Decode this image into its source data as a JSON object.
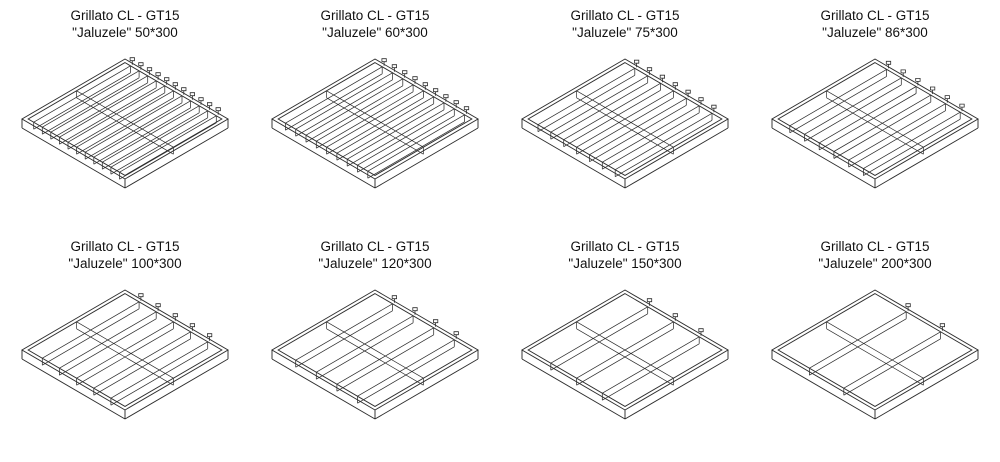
{
  "page": {
    "background": "#ffffff",
    "line_color": "#2e2e2e",
    "description": "Eight isometric technical drawings of Grillato CL - GT15 louvered grid ceiling panels with different cell spacings"
  },
  "panels": [
    {
      "title": "Grillato CL - GT15",
      "subtitle": "\"Jaluzele\" 50*300",
      "spacing": "50*300",
      "slats": 11,
      "cross_members": 1
    },
    {
      "title": "Grillato CL - GT15",
      "subtitle": "\"Jaluzele\" 60*300",
      "spacing": "60*300",
      "slats": 9,
      "cross_members": 1
    },
    {
      "title": "Grillato CL - GT15",
      "subtitle": "\"Jaluzele\" 75*300",
      "spacing": "75*300",
      "slats": 7,
      "cross_members": 1
    },
    {
      "title": "Grillato CL - GT15",
      "subtitle": "\"Jaluzele\" 86*300",
      "spacing": "86*300",
      "slats": 6,
      "cross_members": 1
    },
    {
      "title": "Grillato CL - GT15",
      "subtitle": "\"Jaluzele\" 100*300",
      "spacing": "100*300",
      "slats": 5,
      "cross_members": 1
    },
    {
      "title": "Grillato CL - GT15",
      "subtitle": "\"Jaluzele\" 120*300",
      "spacing": "120*300",
      "slats": 4,
      "cross_members": 1
    },
    {
      "title": "Grillato CL - GT15",
      "subtitle": "\"Jaluzele\" 150*300",
      "spacing": "150*300",
      "slats": 3,
      "cross_members": 1
    },
    {
      "title": "Grillato CL - GT15",
      "subtitle": "\"Jaluzele\" 200*300",
      "spacing": "200*300",
      "slats": 2,
      "cross_members": 1
    }
  ]
}
